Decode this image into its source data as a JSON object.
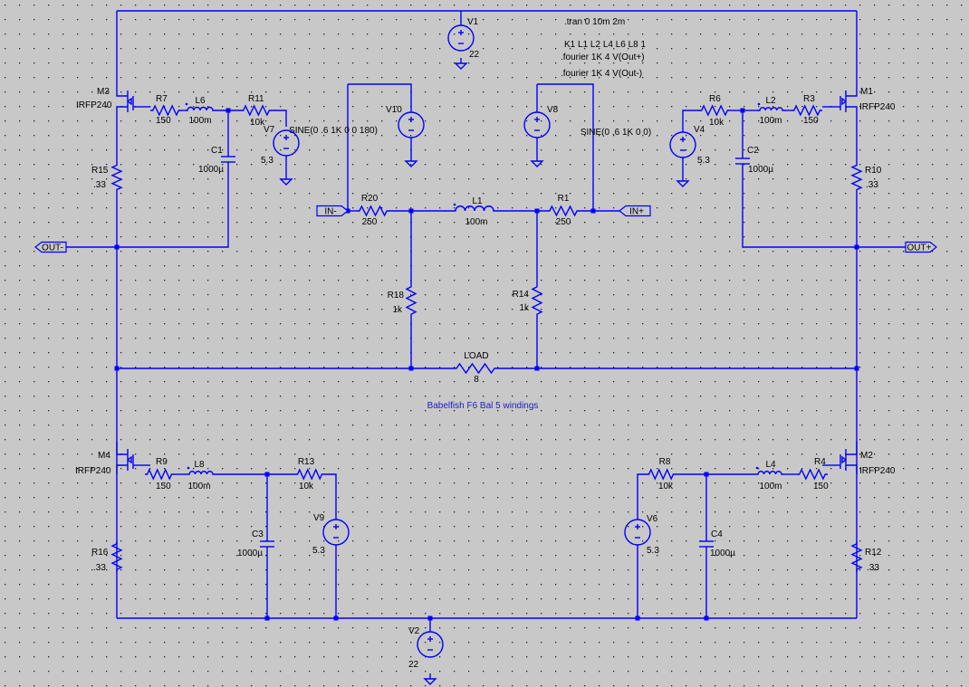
{
  "title": "Babelfish F6 Bal 5 windings",
  "directives": [
    ".tran 0 10m 2m",
    "K1 L1 L2 L4 L6 L8 1",
    ".fourier 1K 4 V(Out+)",
    ".fourier 1K 4 V(Out-)"
  ],
  "ports": {
    "in_minus": "IN-",
    "in_plus": "IN+",
    "out_minus": "OUT-",
    "out_plus": "OUT+"
  },
  "mosfets": [
    {
      "ref": "M3",
      "model": "IRFP240"
    },
    {
      "ref": "M1",
      "model": "IRFP240"
    },
    {
      "ref": "M4",
      "model": "IRFP240"
    },
    {
      "ref": "M2",
      "model": "IRFP240"
    }
  ],
  "resistors": [
    {
      "ref": "R7",
      "value": "150"
    },
    {
      "ref": "R11",
      "value": "10k"
    },
    {
      "ref": "R15",
      "value": ".33"
    },
    {
      "ref": "R6",
      "value": "10k"
    },
    {
      "ref": "R3",
      "value": "150"
    },
    {
      "ref": "R10",
      "value": ".33"
    },
    {
      "ref": "R20",
      "value": "250"
    },
    {
      "ref": "R1",
      "value": "250"
    },
    {
      "ref": "R18",
      "value": "1k"
    },
    {
      "ref": "R14",
      "value": "1k"
    },
    {
      "ref": "LOAD",
      "value": "8"
    },
    {
      "ref": "R9",
      "value": "150"
    },
    {
      "ref": "R13",
      "value": "10k"
    },
    {
      "ref": "R16",
      "value": ".33"
    },
    {
      "ref": "R8",
      "value": "10k"
    },
    {
      "ref": "R4",
      "value": "150"
    },
    {
      "ref": "R12",
      "value": ".33"
    }
  ],
  "inductors": [
    {
      "ref": "L6",
      "value": "100m"
    },
    {
      "ref": "L2",
      "value": "100m"
    },
    {
      "ref": "L1",
      "value": "100m"
    },
    {
      "ref": "L8",
      "value": "100m"
    },
    {
      "ref": "L4",
      "value": "100m"
    }
  ],
  "capacitors": [
    {
      "ref": "C1",
      "value": "1000µ"
    },
    {
      "ref": "C2",
      "value": "1000µ"
    },
    {
      "ref": "C3",
      "value": "1000µ"
    },
    {
      "ref": "C4",
      "value": "1000µ"
    }
  ],
  "sources": [
    {
      "ref": "V1",
      "value": "22"
    },
    {
      "ref": "V7",
      "value": "5.3",
      "spec": "SINE(0 .6 1K 0 0 180)"
    },
    {
      "ref": "V10",
      "value": ""
    },
    {
      "ref": "V8",
      "value": "",
      "spec": "SINE(0 .6 1K 0 0)"
    },
    {
      "ref": "V4",
      "value": "5.3"
    },
    {
      "ref": "V9",
      "value": "5.3"
    },
    {
      "ref": "V6",
      "value": "5.3"
    },
    {
      "ref": "V2",
      "value": "22"
    }
  ],
  "colors": {
    "background": "#c8c8c8",
    "wire": "#0000ff",
    "grid_dot": "#202020",
    "label": "#000000",
    "comment": "#1c1cc8"
  }
}
